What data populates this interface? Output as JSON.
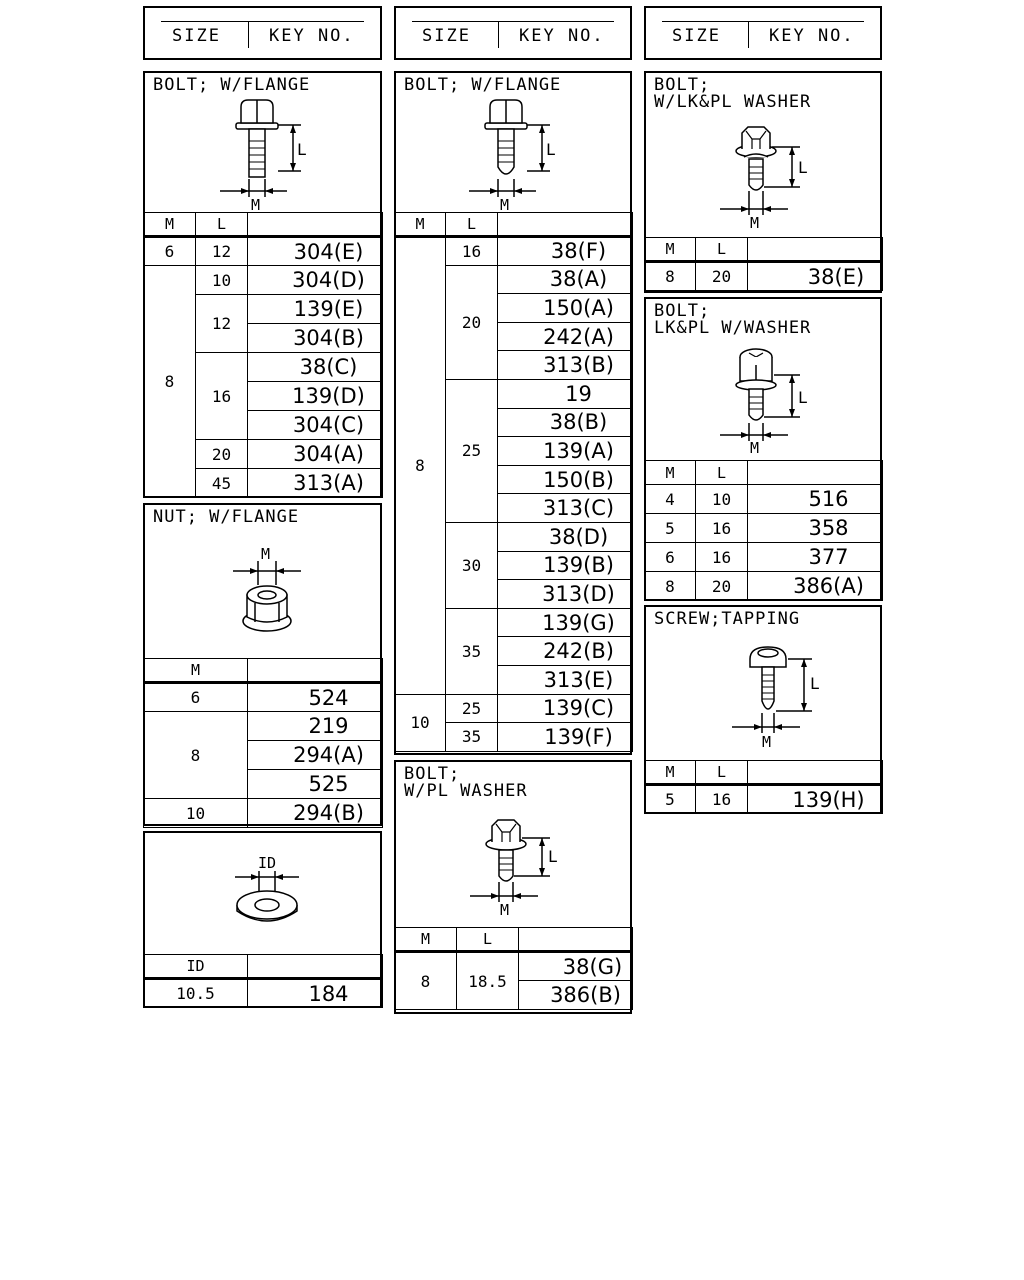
{
  "header": {
    "size_label": "SIZE",
    "key_label": "KEY NO."
  },
  "columns": {
    "m": "M",
    "l": "L",
    "id": "ID"
  },
  "dim_labels": {
    "l": "L",
    "m": "M",
    "id": "ID"
  },
  "bolt_flange_1": {
    "title": "BOLT; W/FLANGE",
    "rows": [
      {
        "m": "6",
        "l": "12",
        "key": "304(E)"
      },
      {
        "m": "8",
        "l": "10",
        "key": "304(D)"
      },
      {
        "l": "12",
        "key": "139(E)"
      },
      {
        "key": "304(B)"
      },
      {
        "l": "16",
        "key": "38(C)"
      },
      {
        "key": "139(D)"
      },
      {
        "key": "304(C)"
      },
      {
        "l": "20",
        "key": "304(A)"
      },
      {
        "l": "45",
        "key": "313(A)"
      }
    ]
  },
  "nut_flange": {
    "title": "NUT; W/FLANGE",
    "rows": [
      {
        "m": "6",
        "key": "524"
      },
      {
        "m": "8",
        "key": "219"
      },
      {
        "key": "294(A)"
      },
      {
        "key": "525"
      },
      {
        "m": "10",
        "key": "294(B)"
      }
    ]
  },
  "washer": {
    "rows": [
      {
        "id": "10.5",
        "key": "184"
      }
    ]
  },
  "bolt_flange_2": {
    "title": "BOLT; W/FLANGE",
    "rows": [
      {
        "m": "8",
        "l": "16",
        "key": "38(F)"
      },
      {
        "l": "20",
        "key": "38(A)"
      },
      {
        "key": "150(A)"
      },
      {
        "key": "242(A)"
      },
      {
        "key": "313(B)"
      },
      {
        "l": "25",
        "key": "19"
      },
      {
        "key": "38(B)"
      },
      {
        "key": "139(A)"
      },
      {
        "key": "150(B)"
      },
      {
        "key": "313(C)"
      },
      {
        "l": "30",
        "key": "38(D)"
      },
      {
        "key": "139(B)"
      },
      {
        "key": "313(D)"
      },
      {
        "l": "35",
        "key": "139(G)"
      },
      {
        "key": "242(B)"
      },
      {
        "key": "313(E)"
      },
      {
        "m": "10",
        "l": "25",
        "key": "139(C)"
      },
      {
        "l": "35",
        "key": "139(F)"
      }
    ]
  },
  "bolt_pl_washer": {
    "title": "BOLT;\nW/PL WASHER",
    "rows": [
      {
        "m": "8",
        "l": "18.5",
        "key": "38(G)"
      },
      {
        "key": "386(B)"
      }
    ]
  },
  "bolt_lkpl_washer": {
    "title": "BOLT;\nW/LK&PL WASHER",
    "rows": [
      {
        "m": "8",
        "l": "20",
        "key": "38(E)"
      }
    ]
  },
  "bolt_lkpl_w_washer": {
    "title": "BOLT;\nLK&PL W/WASHER",
    "rows": [
      {
        "m": "4",
        "l": "10",
        "key": "516"
      },
      {
        "m": "5",
        "l": "16",
        "key": "358"
      },
      {
        "m": "6",
        "l": "16",
        "key": "377"
      },
      {
        "m": "8",
        "l": "20",
        "key": "386(A)"
      }
    ]
  },
  "screw_tapping": {
    "title": "SCREW;TAPPING",
    "rows": [
      {
        "m": "5",
        "l": "16",
        "key": "139(H)"
      }
    ]
  }
}
